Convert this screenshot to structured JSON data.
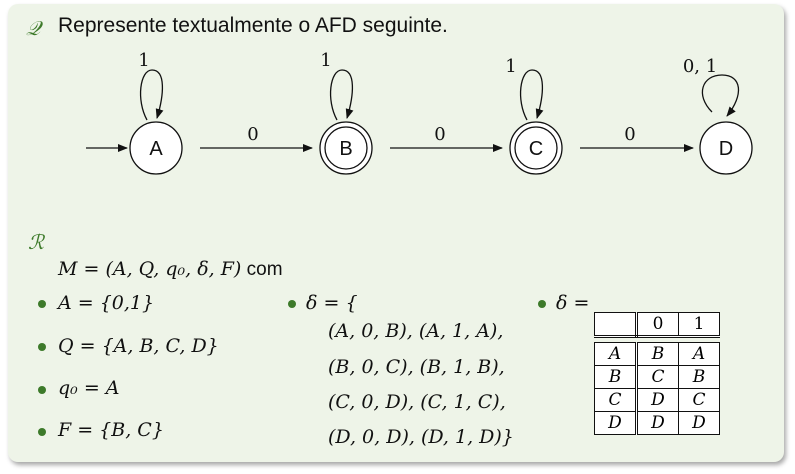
{
  "question": {
    "symbol": "𝒬",
    "text": "Represente textualmente o AFD seguinte."
  },
  "automaton": {
    "states": [
      "A",
      "B",
      "C",
      "D"
    ],
    "loop_labels": [
      "1",
      "1",
      "1",
      "0, 1"
    ],
    "transition_labels": [
      "0",
      "0",
      "0"
    ]
  },
  "answer": {
    "symbol": "ℛ",
    "tuple": "M = (A, Q, q₀, δ, F)",
    "tuple_suffix": "com",
    "defs": [
      "A = {0,1}",
      "Q = {A, B, C, D}",
      "q₀ = A",
      "F = {B, C}"
    ],
    "delta_open": "δ = {",
    "delta_lines": [
      "(A, 0, B), (A, 1, A),",
      "(B, 0, C), (B, 1, B),",
      "(C, 0, D), (C, 1, C),",
      "(D, 0, D), (D, 1, D)}"
    ],
    "delta_table_label": "δ =",
    "table": {
      "header": [
        "",
        "0",
        "1"
      ],
      "rows": [
        [
          "A",
          "B",
          "A"
        ],
        [
          "B",
          "C",
          "B"
        ],
        [
          "C",
          "D",
          "C"
        ],
        [
          "D",
          "D",
          "D"
        ]
      ]
    }
  }
}
